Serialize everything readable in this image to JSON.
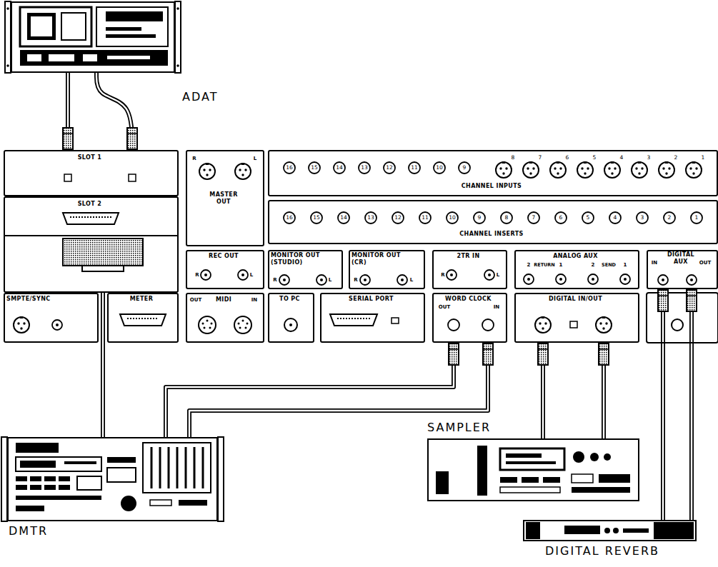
{
  "diagram": {
    "nodes": [
      {
        "text": [
          "ADAT"
        ]
      },
      {
        "text": [
          "SLOT 1"
        ]
      },
      {
        "text": [
          "SLOT 2"
        ]
      },
      {
        "text": [
          "MASTER OUT"
        ]
      },
      {
        "text": [
          "CHANNEL INPUTS"
        ]
      },
      {
        "text": [
          "CHANNEL INSERTS"
        ]
      },
      {
        "text": [
          "REC OUT"
        ]
      },
      {
        "text": [
          "MONITOR OUT (STUDIO)"
        ]
      },
      {
        "text": [
          "MONITOR OUT (CR)"
        ]
      },
      {
        "text": [
          "2TR IN"
        ]
      },
      {
        "text": [
          "ANALOG AUX"
        ]
      },
      {
        "text": [
          "DIGITAL AUX"
        ]
      },
      {
        "text": [
          "SMPTE/SYNC"
        ]
      },
      {
        "text": [
          "METER"
        ]
      },
      {
        "text": [
          "MIDI"
        ]
      },
      {
        "text": [
          "TO PC"
        ]
      },
      {
        "text": [
          "SERIAL PORT"
        ]
      },
      {
        "text": [
          "WORD CLOCK"
        ]
      },
      {
        "text": [
          "DIGITAL IN/OUT"
        ]
      },
      {
        "text": [
          "DMTR"
        ]
      },
      {
        "text": [
          "SAMPLER"
        ]
      },
      {
        "text": [
          "DIGITAL REVERB"
        ]
      }
    ],
    "edges": [
      {
        "from": 0,
        "to": 1,
        "arrow": "none"
      },
      {
        "from": 0,
        "to": 1,
        "arrow": "none"
      },
      {
        "from": 19,
        "to": 2,
        "arrow": "none"
      },
      {
        "from": 19,
        "to": 17,
        "arrow": "none"
      },
      {
        "from": 19,
        "to": 17,
        "arrow": "none"
      },
      {
        "from": 20,
        "to": 18,
        "arrow": "none"
      },
      {
        "from": 20,
        "to": 18,
        "arrow": "none"
      },
      {
        "from": 21,
        "to": 11,
        "arrow": "none"
      },
      {
        "from": 21,
        "to": 11,
        "arrow": "none"
      }
    ],
    "labels": [
      "16",
      "15",
      "14",
      "13",
      "12",
      "11",
      "10",
      "9",
      "8",
      "7",
      "6",
      "5",
      "4",
      "3",
      "2",
      "1",
      "16",
      "15",
      "14",
      "13",
      "12",
      "11",
      "10",
      "9",
      "8",
      "7",
      "6",
      "5",
      "4",
      "3",
      "2",
      "1",
      "R",
      "L",
      "R",
      "L",
      "R",
      "L",
      "R",
      "L",
      "R",
      "L",
      "2",
      "RETURN",
      "1",
      "2",
      "SEND",
      "1",
      "IN",
      "OUT",
      "OUT",
      "IN",
      "OUT",
      "IN"
    ]
  }
}
